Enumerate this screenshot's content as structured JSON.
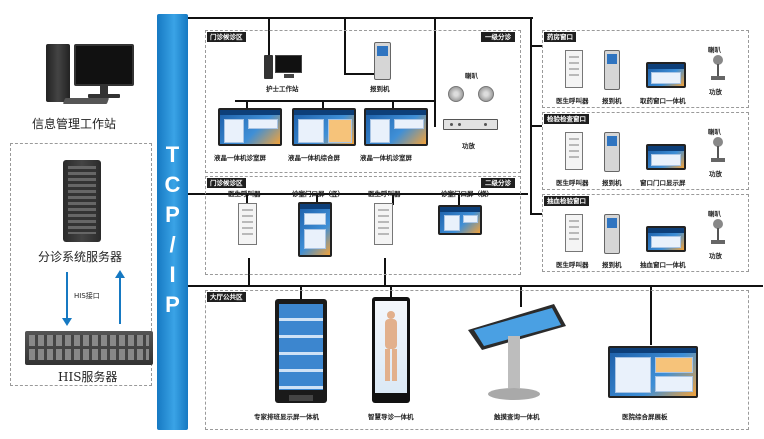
{
  "bus": {
    "letters": [
      "T",
      "C",
      "P",
      "/",
      "I",
      "P"
    ]
  },
  "left": {
    "workstation_label": "信息管理工作站",
    "triage_server_label": "分诊系统服务器",
    "his_interface_label": "HIS接口",
    "his_server_label": "HIS服务器"
  },
  "clinic_zone": {
    "title": "门诊候诊区",
    "level_tag": "一级分诊",
    "nurse_station": "护士工作站",
    "checkin_kiosk": "报到机",
    "speaker_label": "喇叭",
    "amplifier_label": "功放",
    "screens": [
      "液晶一体机诊室屏",
      "液晶一体机综合屏",
      "液晶一体机诊室屏"
    ]
  },
  "wait_zone": {
    "title": "门诊候诊区",
    "level_tag": "二级分诊",
    "items": [
      "医生呼叫器",
      "诊室门口屏（竖）",
      "医生呼叫器",
      "诊室门口屏（横）"
    ]
  },
  "hall_zone": {
    "title": "大厅公共区",
    "items": [
      "专家排班显示屏一体机",
      "智慧导诊一体机",
      "触摸查询一体机",
      "医院综合屏展板"
    ]
  },
  "right_windows": [
    {
      "title": "药房窗口",
      "devices": [
        "医生呼叫器",
        "报到机",
        "取药窗口一体机"
      ],
      "speaker_label": "喇叭",
      "amp_label": "功放"
    },
    {
      "title": "检验检查窗口",
      "devices": [
        "医生呼叫器",
        "报到机",
        "窗口门口显示屏"
      ],
      "speaker_label": "喇叭",
      "amp_label": "功放"
    },
    {
      "title": "抽血检验窗口",
      "devices": [
        "医生呼叫器",
        "报到机",
        "抽血窗口一体机"
      ],
      "speaker_label": "喇叭",
      "amp_label": "功放"
    }
  ],
  "colors": {
    "bus": "#2f8fd8",
    "tag_bg": "#1f1f1f",
    "lines": "#111111"
  }
}
